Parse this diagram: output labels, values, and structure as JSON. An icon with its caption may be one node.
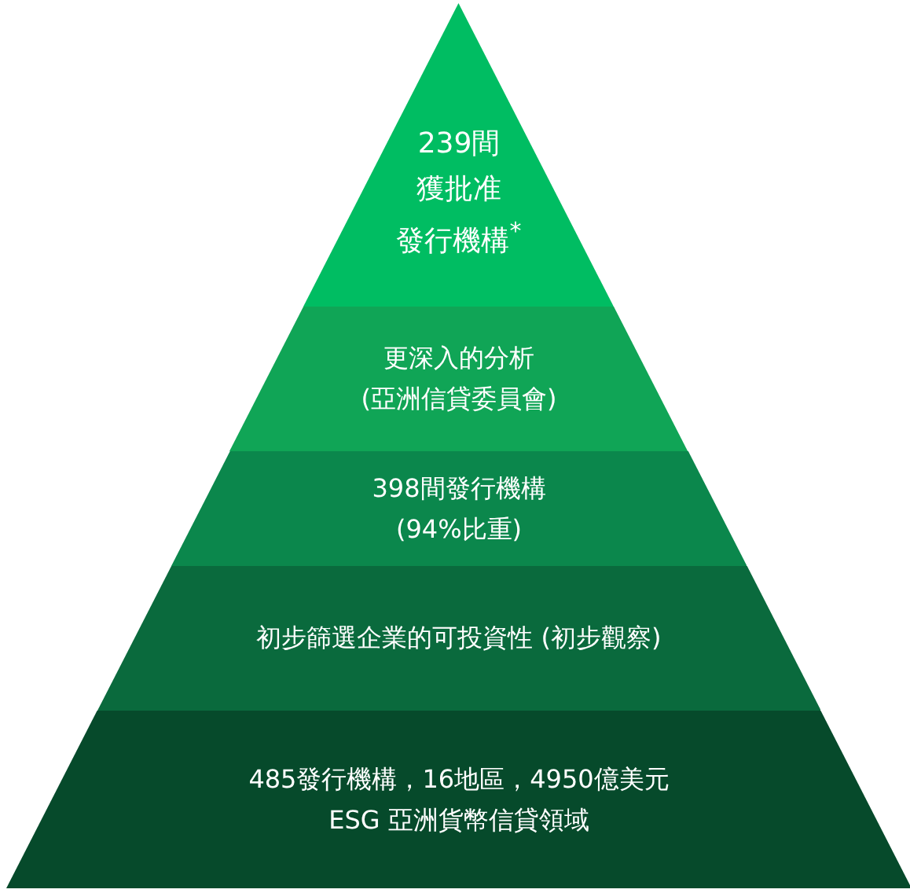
{
  "diagram": {
    "nodes": [
      {
        "text": [
          "239間",
          "獲批准",
          "發行機構$^{*}$"
        ]
      },
      {
        "text": [
          "更深入的分析",
          "(亞洲信貸委員會)"
        ]
      },
      {
        "text": [
          "398間發行機構",
          "(94%比重)"
        ]
      },
      {
        "text": [
          "初步篩選企業的可投資性 (初步觀察)"
        ]
      },
      {
        "text": [
          "485發行機構，16地區，4950億美元",
          "ESG 亞洲貨幣信貸領域"
        ]
      }
    ]
  }
}
